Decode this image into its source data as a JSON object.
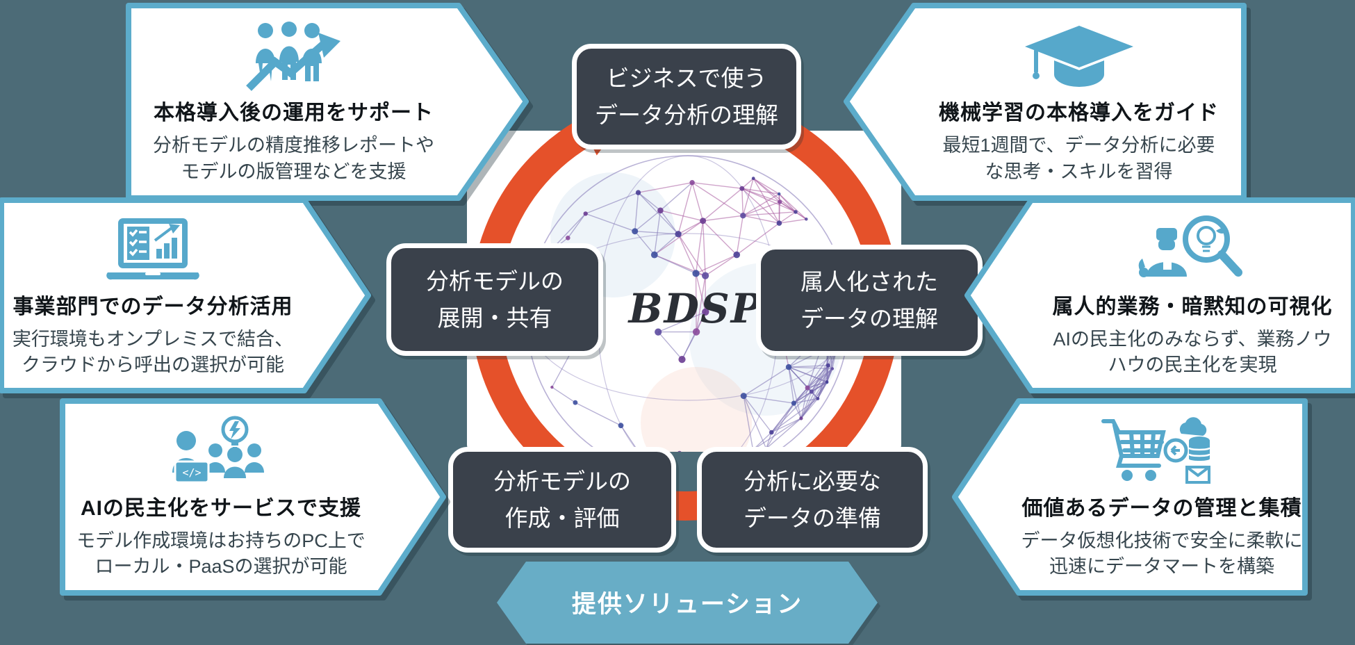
{
  "colors": {
    "background": "#4C6B77",
    "callout_border": "#5CACCB",
    "icon_blue": "#56A8CB",
    "dark_box": "#3A414B",
    "orange": "#E5512A",
    "banner_blue": "#68ADC6",
    "bdsp_text": "#2B2F36",
    "bdsp_glow": "#F0806A"
  },
  "center": {
    "bdsp": "BDSP",
    "banner": "提供ソリューション",
    "nodes": {
      "top": {
        "line1": "ビジネスで使う",
        "line2": "データ分析の理解"
      },
      "left": {
        "line1": "分析モデルの",
        "line2": "展開・共有"
      },
      "right": {
        "line1": "属人化された",
        "line2": "データの理解"
      },
      "bottom_left": {
        "line1": "分析モデルの",
        "line2": "作成・評価"
      },
      "bottom_right": {
        "line1": "分析に必要な",
        "line2": "データの準備"
      }
    }
  },
  "callouts": {
    "left": [
      {
        "icon": "people-growth-icon",
        "title": "本格導入後の運用をサポート",
        "body1": "分析モデルの精度推移レポートや",
        "body2": "モデルの版管理などを支援"
      },
      {
        "icon": "laptop-analytics-icon",
        "title": "事業部門でのデータ分析活用",
        "body1": "実行環境もオンプレミスで結合、",
        "body2": "クラウドから呼出の選択が可能"
      },
      {
        "icon": "team-idea-icon",
        "title": "AIの民主化をサービスで支援",
        "body1": "モデル作成環境はお持ちのPC上で",
        "body2": "ローカル・PaaSの選択が可能"
      }
    ],
    "right": [
      {
        "icon": "graduation-cap-icon",
        "title": "機械学習の本格導入をガイド",
        "body1": "最短1週間で、データ分析に必要",
        "body2": "な思考・スキルを習得"
      },
      {
        "icon": "magnifier-insight-icon",
        "title": "属人的業務・暗黙知の可視化",
        "body1": "AIの民主化のみならず、業務ノウ",
        "body2": "ハウの民主化を実現"
      },
      {
        "icon": "data-collection-icon",
        "title": "価値あるデータの管理と集積",
        "body1": "データ仮想化技術で安全に柔軟に",
        "body2": "迅速にデータマートを構築"
      }
    ]
  }
}
